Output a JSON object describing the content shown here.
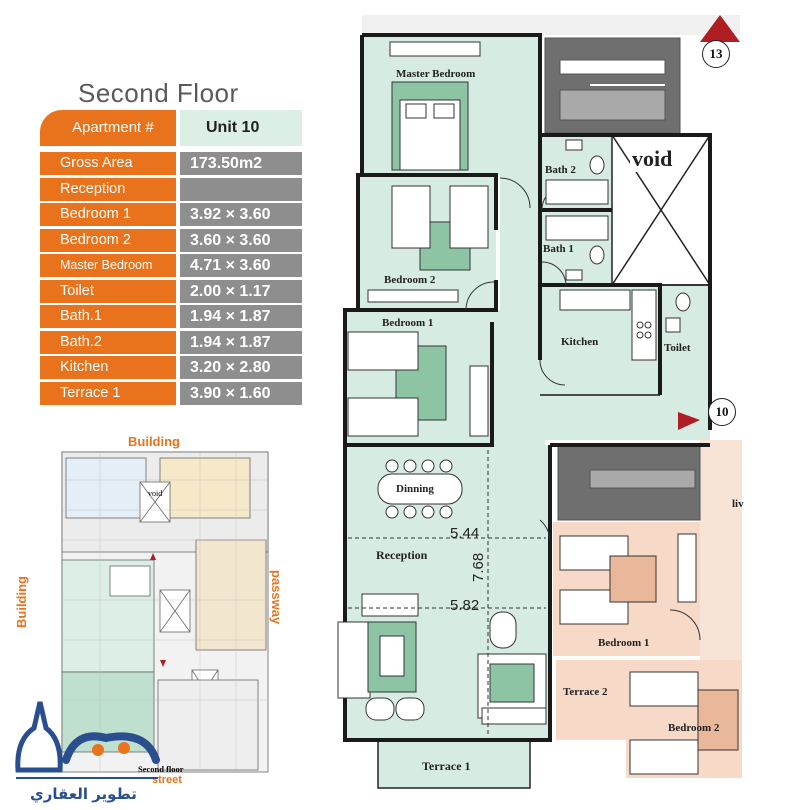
{
  "floor_title": "Second  Floor",
  "spec": {
    "header_label": "Apartment #",
    "header_value": "Unit 10",
    "rows": [
      {
        "label": "Gross Area",
        "value": "173.50m2"
      },
      {
        "label": "Reception",
        "value": ""
      },
      {
        "label": "Bedroom 1",
        "value": "3.92 × 3.60"
      },
      {
        "label": "Bedroom 2",
        "value": "3.60 × 3.60"
      },
      {
        "label": "Master Bedroom",
        "value": "4.71 × 3.60"
      },
      {
        "label": "Toilet",
        "value": "2.00 × 1.17"
      },
      {
        "label": "Bath.1",
        "value": "1.94 × 1.87"
      },
      {
        "label": "Bath.2",
        "value": "1.94 × 1.87"
      },
      {
        "label": "Kitchen",
        "value": "3.20 × 2.80"
      },
      {
        "label": "Terrace 1",
        "value": "3.90 × 1.60"
      }
    ]
  },
  "key_plan": {
    "top_caption": "Building",
    "left_caption": "Building",
    "right_caption": "passway",
    "bottom_caption_1": "Second floor",
    "bottom_caption_2": "street"
  },
  "plan": {
    "rooms": {
      "master_bedroom": "Master Bedroom",
      "bedroom_2": "Bedroom 2",
      "bedroom_1": "Bedroom 1",
      "bath_2": "Bath 2",
      "bath_1": "Bath 1",
      "void": "void",
      "kitchen": "Kitchen",
      "toilet": "Toilet",
      "dinning": "Dinning",
      "reception": "Reception",
      "terrace_1": "Terrace 1",
      "neighbor_bedroom_1": "Bedroom 1",
      "neighbor_terrace_2": "Terrace 2",
      "neighbor_bedroom_2": "Bedroom 2",
      "neighbor_living_partial": "liv"
    },
    "dimensions": {
      "width_upper": "5.44",
      "width_lower": "5.82",
      "length": "7.68"
    },
    "markers": {
      "stair_top": "13",
      "entrance": "10"
    }
  },
  "colors": {
    "accent_orange": "#e8731c",
    "table_gray": "#8e8e8e",
    "room_green": "#d6ebe2",
    "furniture_green": "#8cc4a4",
    "neighbor_peach": "#f7d9c8",
    "marker_red": "#b01e23",
    "logo_blue": "#2a4f8f"
  },
  "logo": {
    "text": "تطوير العقاري"
  }
}
